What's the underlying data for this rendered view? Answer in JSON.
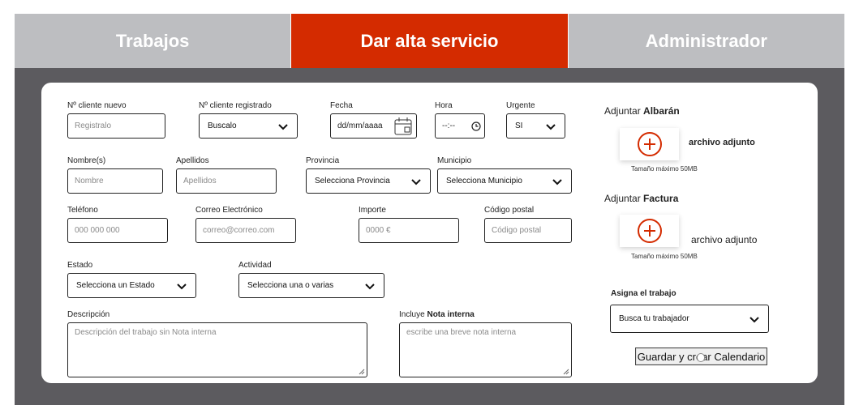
{
  "tabs": [
    {
      "label": "Trabajos",
      "active": false
    },
    {
      "label": "Dar alta servicio",
      "active": true
    },
    {
      "label": "Administrador",
      "active": false
    }
  ],
  "colors": {
    "accent": "#d42b00",
    "tab_inactive": "#bdbec1",
    "panel_bg": "#5c5b5f"
  },
  "form": {
    "cliente_nuevo": {
      "label": "Nº cliente nuevo",
      "placeholder": "Registralo"
    },
    "cliente_registrado": {
      "label": "Nº cliente registrado",
      "value": "Buscalo"
    },
    "fecha": {
      "label": "Fecha",
      "placeholder": "dd/mm/aaaa"
    },
    "hora": {
      "label": "Hora",
      "placeholder": "--:--"
    },
    "urgente": {
      "label": "Urgente",
      "value": "SI"
    },
    "nombre": {
      "label": "Nombre(s)",
      "placeholder": "Nombre"
    },
    "apellidos": {
      "label": "Apellidos",
      "placeholder": "Apellidos"
    },
    "provincia": {
      "label": "Provincia",
      "value": "Selecciona Provincia"
    },
    "municipio": {
      "label": "Municipio",
      "value": "Selecciona Municipio"
    },
    "telefono": {
      "label": "Teléfono",
      "placeholder": "000 000 000"
    },
    "correo": {
      "label": "Correo Electrónico",
      "placeholder": "correo@correo.com"
    },
    "importe": {
      "label": "Importe",
      "placeholder": "0000 €"
    },
    "codigo_postal": {
      "label": "Código postal",
      "placeholder": "Código postal"
    },
    "estado": {
      "label": "Estado",
      "value": "Selecciona un Estado"
    },
    "actividad": {
      "label": "Actividad",
      "value": "Selecciona una o varias"
    },
    "descripcion": {
      "label": "Descripción",
      "placeholder": "Descripción del trabajo sin Nota interna"
    },
    "nota": {
      "label_prefix": "Incluye",
      "label_bold": "Nota interna",
      "placeholder": "escribe una breve nota interna"
    }
  },
  "sidebar": {
    "albaran": {
      "prefix": "Adjuntar",
      "bold": "Albarán",
      "file_label": "archivo adjunto",
      "max_size": "Tamaño máximo 50MB"
    },
    "factura": {
      "prefix": "Adjuntar",
      "bold": "Factura",
      "file_label": "archivo adjunto",
      "max_size": "Tamaño máximo 50MB"
    },
    "asigna": {
      "label": "Asigna el trabajo",
      "value": "Busca tu trabajador"
    },
    "submit_label": "Guardar y crear Calendario"
  }
}
